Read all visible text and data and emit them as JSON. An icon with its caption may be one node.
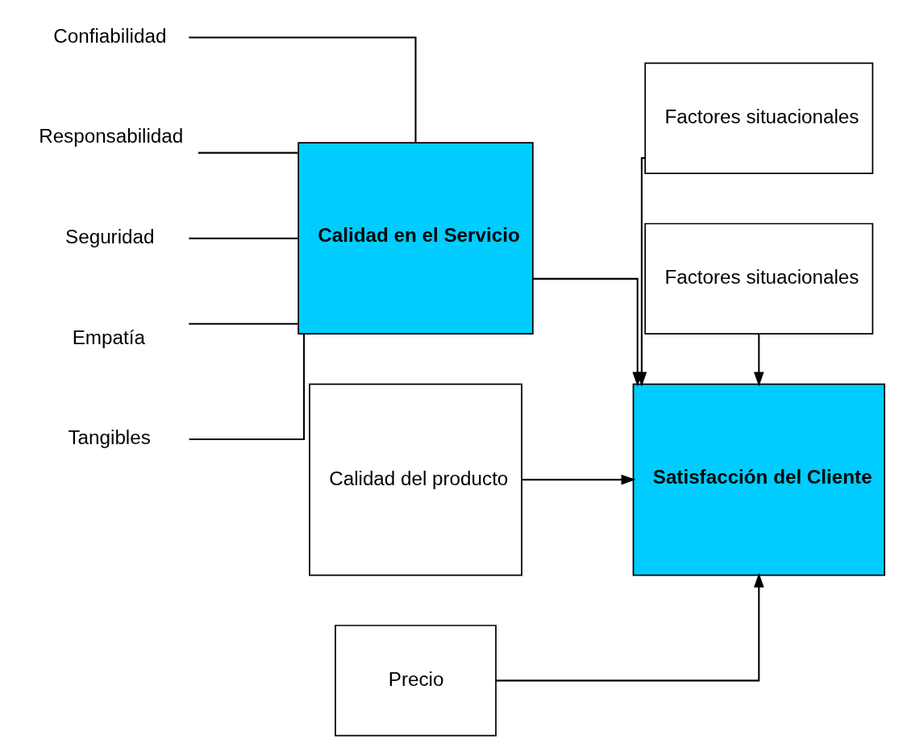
{
  "diagram": {
    "nodes": [
      {
        "text": [
          "Confiabilidad"
        ]
      },
      {
        "text": [
          "Responsabilidad"
        ]
      },
      {
        "text": [
          "Seguridad"
        ]
      },
      {
        "text": [
          "Empatía"
        ]
      },
      {
        "text": [
          "Tangibles"
        ]
      },
      {
        "text": [
          "Calidad en el Servicio"
        ]
      },
      {
        "text": [
          "Calidad del producto"
        ]
      },
      {
        "text": [
          "Precio"
        ]
      },
      {
        "text": [
          "Factores situacionales"
        ]
      },
      {
        "text": [
          "Satisfacción del Cliente"
        ]
      },
      {
        "text": [
          "Factores situacionales"
        ]
      }
    ],
    "edges": [
      {
        "from": 0,
        "to": 5,
        "arrow": "none"
      },
      {
        "from": 1,
        "to": 5,
        "arrow": "none"
      },
      {
        "from": 2,
        "to": 5,
        "arrow": "none"
      },
      {
        "from": 3,
        "to": 5,
        "arrow": "none"
      },
      {
        "from": 4,
        "to": 5,
        "arrow": "none"
      },
      {
        "from": 5,
        "to": 9,
        "arrow": "to"
      },
      {
        "from": 6,
        "to": 9,
        "arrow": "to"
      },
      {
        "from": 7,
        "to": 9,
        "arrow": "to"
      },
      {
        "from": 8,
        "to": 9,
        "arrow": "to"
      },
      {
        "from": 10,
        "to": 9,
        "arrow": "to"
      }
    ]
  }
}
